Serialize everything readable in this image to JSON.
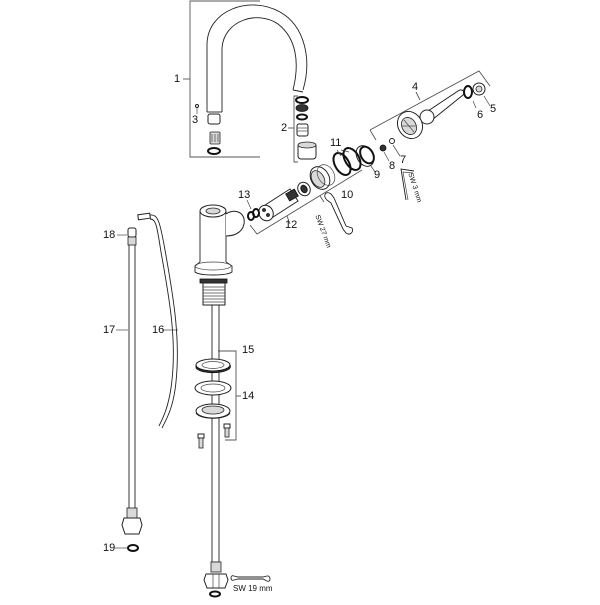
{
  "diagram": {
    "type": "exploded-parts-view",
    "subject": "single-lever kitchen faucet with swivel spout",
    "labels": [
      {
        "id": "1",
        "text": "1",
        "part": "spout (swivel)"
      },
      {
        "id": "2",
        "text": "2",
        "part": "aerator set"
      },
      {
        "id": "3",
        "text": "3",
        "part": "small screw"
      },
      {
        "id": "4",
        "text": "4",
        "part": "lever handle assembly"
      },
      {
        "id": "5",
        "text": "5",
        "part": "end cap"
      },
      {
        "id": "6",
        "text": "6",
        "part": "o-ring"
      },
      {
        "id": "7",
        "text": "7",
        "part": "washer"
      },
      {
        "id": "8",
        "text": "8",
        "part": "set screw"
      },
      {
        "id": "9",
        "text": "9",
        "part": "cover sleeve"
      },
      {
        "id": "10",
        "text": "10",
        "part": "threaded ring"
      },
      {
        "id": "11",
        "text": "11",
        "part": "o-rings"
      },
      {
        "id": "12",
        "text": "12",
        "part": "cartridge"
      },
      {
        "id": "13",
        "text": "13",
        "part": "seals"
      },
      {
        "id": "14",
        "text": "14",
        "part": "mounting set"
      },
      {
        "id": "15",
        "text": "15",
        "part": "rubber washer"
      },
      {
        "id": "16",
        "text": "16",
        "part": "flexible hose (thin)"
      },
      {
        "id": "17",
        "text": "17",
        "part": "connecting hose"
      },
      {
        "id": "18",
        "text": "18",
        "part": "hose connector"
      },
      {
        "id": "19",
        "text": "19",
        "part": "seal"
      }
    ],
    "tools": [
      {
        "id": "sw27",
        "text": "SW 27 mm",
        "kind": "open-end wrench"
      },
      {
        "id": "sw3",
        "text": "SW 3 mm",
        "kind": "hex key"
      },
      {
        "id": "sw19",
        "text": "SW 19 mm",
        "kind": "open-end wrench"
      }
    ]
  }
}
